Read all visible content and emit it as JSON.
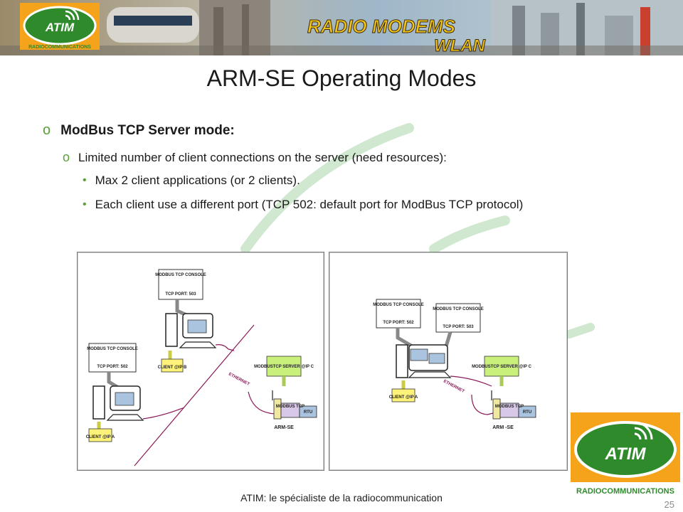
{
  "banner": {
    "logo_text": "ATIM",
    "logo_subtext": "RADIOCOMMUNICATIONS",
    "headline_line1": "RADIO MODEMS",
    "headline_line2": "WLAN"
  },
  "slide": {
    "title": "ARM-SE Operating Modes",
    "bullet_level1": "ModBus TCP Server mode:",
    "bullet_level2": "Limited number of client connections on the server (need resources):",
    "bullet_level3": [
      "Max 2 client applications (or 2 clients).",
      "Each client use a different port (TCP 502: default port for ModBus TCP protocol)"
    ]
  },
  "diagram_left": {
    "console_1_title": "MODBUS TCP CONSOLE",
    "console_1_port": "TCP PORT: 503",
    "console_2_title": "MODBUS TCP CONSOLE",
    "console_2_port": "TCP PORT: 502",
    "client_b": "CLIENT @IP B",
    "client_a": "CLIENT @IP A",
    "server": "MODBUSTCP SERVER @IP C",
    "ethernet": "ETHERNET",
    "device_label_1": "MODBUS TCP",
    "device_label_2": "RTU",
    "device_name": "ARM-SE"
  },
  "diagram_right": {
    "console_1_title": "MODBUS TCP CONSOLE",
    "console_1_port": "TCP PORT: 502",
    "console_2_title": "MODBUS TCP CONSOLE",
    "console_2_port": "TCP PORT: 503",
    "client_a": "CLIENT @IP A",
    "server": "MODBUSTCP SERVER @IP C",
    "ethernet": "ETHERNET",
    "device_label_1": "MODBUS TCP",
    "device_label_2": "RTU",
    "device_name": "ARM -SE"
  },
  "footer": {
    "text": "ATIM: le spécialiste de la radiocommunication",
    "page_number": "25"
  },
  "logo": {
    "text": "ATIM",
    "subtext": "RADIOCOMMUNICATIONS"
  },
  "colors": {
    "accent_green": "#5aa03a",
    "logo_orange": "#f5a31a",
    "logo_green": "#2f8a2c",
    "ethernet_line": "#8a1a5a",
    "server_box": "#c8f07a",
    "client_box": "#fff27a"
  }
}
